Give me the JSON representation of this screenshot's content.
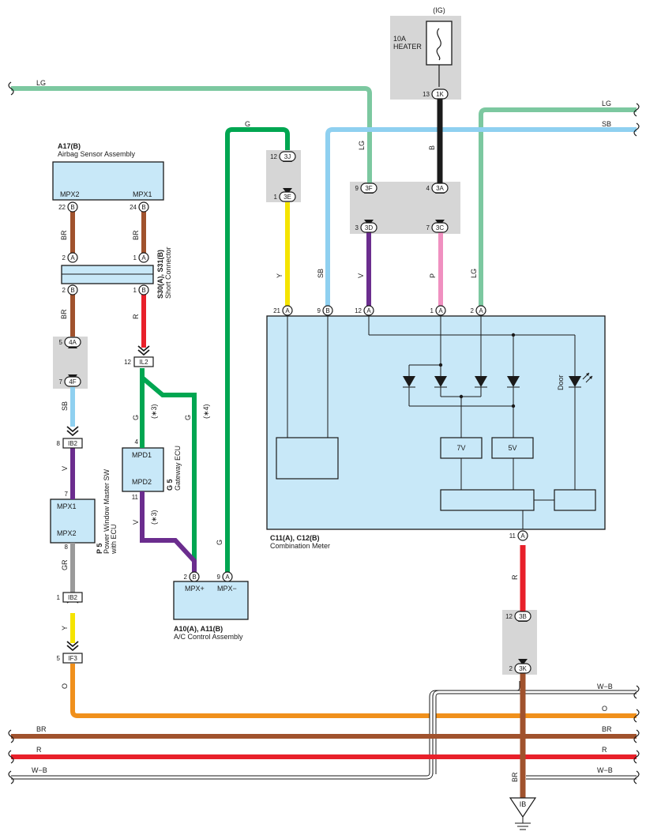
{
  "colors": {
    "LG": "#7cc8a0",
    "SB": "#8fd0f0",
    "G": "#00a651",
    "B": "#1a1a1a",
    "BR": "#a0522d",
    "R": "#e8202a",
    "Y": "#f5e400",
    "V": "#6b2d8e",
    "P": "#f090c0",
    "O": "#f0901c",
    "GR": "#9a9a9a",
    "WB": "#ffffff",
    "component": "#c8e8f8",
    "splice_box": "#d6d6d6"
  },
  "power": {
    "ig_label": "(IG)",
    "fuse_amp": "10A",
    "fuse_name": "HEATER"
  },
  "airbag": {
    "code": "A17(B)",
    "name": "Airbag Sensor Assembly",
    "t1": "MPX2",
    "t2": "MPX1"
  },
  "short_connector": {
    "code": "S30(A), S31(B)",
    "name": "Short Connector"
  },
  "power_window": {
    "code": "P 5",
    "name1": "Power Window Master SW",
    "name2": "with ECU",
    "t1": "MPX1",
    "t2": "MPX2"
  },
  "gateway": {
    "code": "G 5",
    "name": "Gateway ECU",
    "t1": "MPD1",
    "t2": "MPD2"
  },
  "ac": {
    "code": "A10(A), A11(B)",
    "name": "A/C Control Assembly",
    "t1": "MPX+",
    "t2": "MPX−"
  },
  "meter": {
    "code": "C11(A), C12(B)",
    "name": "Combination Meter",
    "ic1": "7V",
    "ic2": "5V",
    "door": "Door"
  },
  "ground": {
    "label": "IB"
  },
  "notes": {
    "n3": "(∗3)",
    "n4": "(∗4)"
  },
  "connectors": {
    "c_1K": "1K",
    "c_3J": "3J",
    "c_3E": "3E",
    "c_3F": "3F",
    "c_3D": "3D",
    "c_3A": "3A",
    "c_3C": "3C",
    "c_4A": "4A",
    "c_4F": "4F",
    "c_IL2": "IL2",
    "c_IB2a": "IB2",
    "c_IB2b": "IB2",
    "c_IF3": "IF3",
    "c_3B": "3B",
    "c_3K": "3K"
  },
  "pins": {
    "p13_1K": "13",
    "p12_3J": "12",
    "p1_3E": "1",
    "p9_3F": "9",
    "p3_3D": "3",
    "p4_3A": "4",
    "p7_3C": "7",
    "a17_22": "22",
    "a17_24": "24",
    "a17_22_letter": "B",
    "a17_24_letter": "B",
    "s30_2": "2",
    "s30_1": "1",
    "s30_2_letter": "A",
    "s30_1_letter": "A",
    "s31_2": "2",
    "s31_1": "1",
    "s31_2_letter": "B",
    "s31_1_letter": "B",
    "p5_4A": "5",
    "p7_4F": "7",
    "p12_IL2": "12",
    "p8_IB2": "8",
    "pw_7": "7",
    "pw_8": "8",
    "p1_IB2": "1",
    "p5_IF3": "5",
    "gw_4": "4",
    "gw_11": "11",
    "ac_2": "2",
    "ac_9": "9",
    "ac_2_letter": "B",
    "ac_9_letter": "A",
    "m_21": "21",
    "m_9": "9",
    "m_12": "12",
    "m_1": "1",
    "m_2": "2",
    "m_11": "11",
    "m_21_letter": "A",
    "m_9_letter": "B",
    "m_12_letter": "A",
    "m_1_letter": "A",
    "m_2_letter": "A",
    "m_11_letter": "A",
    "p12_3B": "12",
    "p2_3K": "2"
  },
  "wire_labels": {
    "lg_top": "LG",
    "lg_right": "LG",
    "sb_right": "SB",
    "g_top": "G",
    "lg_v": "LG",
    "b_v": "B",
    "br1": "BR",
    "br2": "BR",
    "y_3e": "Y",
    "sb_v": "SB",
    "v_3d": "V",
    "p_3c": "P",
    "lg_v2": "LG",
    "r_short": "R",
    "br3": "BR",
    "g_gw": "G",
    "g_ac": "G",
    "sb_4f": "SB",
    "v_pw": "V",
    "v_gw": "V",
    "g_ac2": "G",
    "gr_pw": "GR",
    "y_if3": "Y",
    "o_if3": "O",
    "r_meter": "R",
    "br_ground": "BR",
    "wb1": "W−B",
    "o_bus": "O",
    "br_bus_l": "BR",
    "br_bus_r": "BR",
    "r_bus_l": "R",
    "r_bus_r": "R",
    "wb_bus_l": "W−B",
    "wb_bus_r": "W−B"
  }
}
